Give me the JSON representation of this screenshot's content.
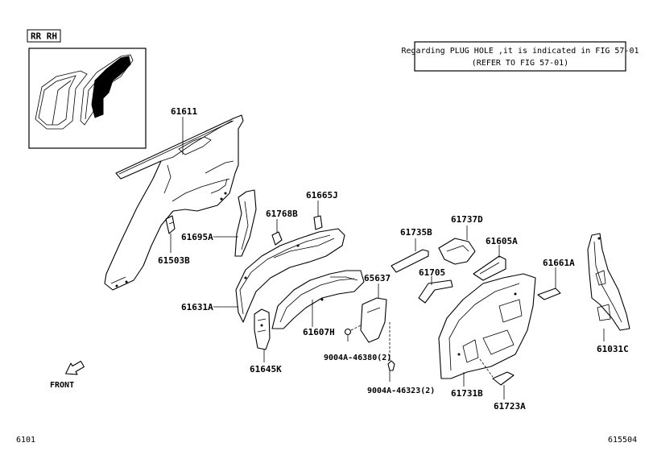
{
  "badge": "RR RH",
  "notice": {
    "line1": "Regarding PLUG HOLE ,it is indicated in FIG 57-01",
    "line2": "(REFER TO FIG 57-01)"
  },
  "front_label": "FRONT",
  "footer": {
    "left": "6101",
    "right": "615504"
  },
  "parts": {
    "p61611": "61611",
    "p61695A": "61695A",
    "p61503B": "61503B",
    "p61768B": "61768B",
    "p61665J": "61665J",
    "p61631A": "61631A",
    "p61645K": "61645K",
    "p61607H": "61607H",
    "p65637": "65637",
    "p61735B": "61735B",
    "p61737D": "61737D",
    "p61605A": "61605A",
    "p61705": "61705",
    "p61661A": "61661A",
    "p61031C": "61031C",
    "p61731B": "61731B",
    "p61723A": "61723A",
    "clip1": "9004A-46380(2)",
    "clip2": "9004A-46323(2)"
  }
}
